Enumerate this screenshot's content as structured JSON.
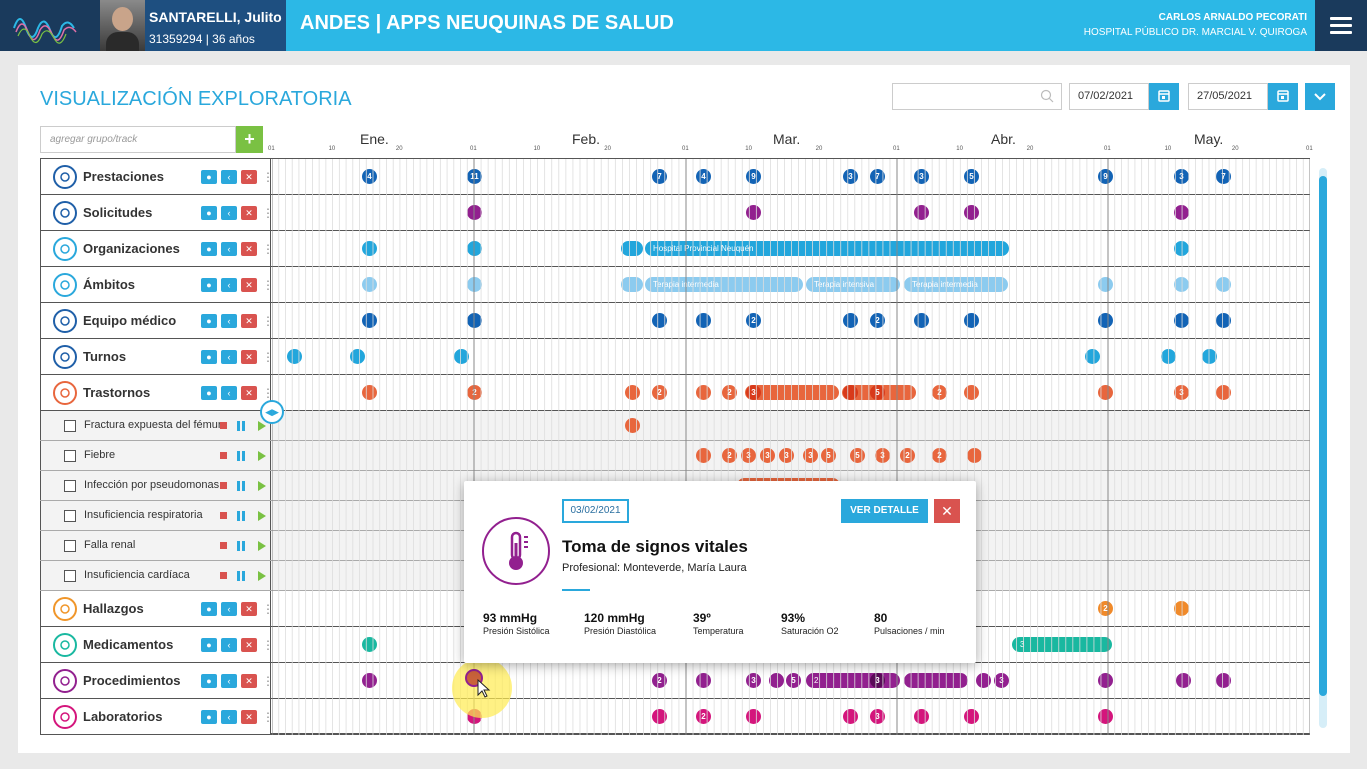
{
  "header": {
    "patient_name": "SANTARELLI, Julito",
    "patient_info": "31359294 | 36 años",
    "app_title": "ANDES | APPS NEUQUINAS DE SALUD",
    "user_name": "CARLOS ARNALDO PECORATI",
    "hospital": "HOSPITAL PÚBLICO DR. MARCIAL V. QUIROGA"
  },
  "page": {
    "title": "VISUALIZACIÓN EXPLORATORIA",
    "search_value": "",
    "date_from": "07/02/2021",
    "date_to": "27/05/2021",
    "add_placeholder": "agregar grupo/track",
    "add_label": "+"
  },
  "axis": {
    "months": [
      "Ene.",
      "Feb.",
      "Mar.",
      "Abr.",
      "May."
    ],
    "ticks": [
      "01",
      "10",
      "20",
      "01",
      "10",
      "20",
      "01",
      "10",
      "20",
      "01",
      "10",
      "20",
      "01",
      "10",
      "20",
      "01"
    ]
  },
  "rows": [
    {
      "label": "Prestaciones",
      "color": "#1f5fa8"
    },
    {
      "label": "Solicitudes",
      "color": "#1f5fa8"
    },
    {
      "label": "Organizaciones",
      "color": "#2aa8dc"
    },
    {
      "label": "Ámbitos",
      "color": "#2aa8dc"
    },
    {
      "label": "Equipo médico",
      "color": "#1f5fa8"
    },
    {
      "label": "Turnos",
      "color": "#1f5fa8"
    },
    {
      "label": "Trastornos",
      "color": "#e8663d"
    },
    {
      "label": "Hallazgos",
      "color": "#f0962a"
    },
    {
      "label": "Medicamentos",
      "color": "#19b8a0"
    },
    {
      "label": "Procedimientos",
      "color": "#92208f"
    },
    {
      "label": "Laboratorios",
      "color": "#d4157c"
    }
  ],
  "sub_rows": [
    {
      "label": "Fractura expuesta del fémur"
    },
    {
      "label": "Fiebre"
    },
    {
      "label": "Infección por pseudomonas"
    },
    {
      "label": "Insuficiencia respiratoria"
    },
    {
      "label": "Falla renal"
    },
    {
      "label": "Insuficiencia cardíaca"
    }
  ],
  "bars": {
    "org": "Hospital Provincial Neuquén",
    "amb1": "Terapia intermedia",
    "amb2": "Terapia intensiva",
    "amb3": "Terapia intermedia"
  },
  "counts": {
    "prest": [
      "4",
      "11",
      "7",
      "4",
      "9",
      "3",
      "7",
      "3",
      "5",
      "9",
      "3",
      "7"
    ],
    "equipo": [
      "2",
      "2"
    ],
    "trast": [
      "2",
      "2",
      "2",
      "3",
      "5",
      "2",
      "3"
    ],
    "fiebre": [
      "2",
      "3",
      "3",
      "3",
      "3",
      "5",
      "5",
      "3",
      "2",
      "2"
    ],
    "hall": [
      "2"
    ],
    "med": [
      "3"
    ],
    "proc": [
      "2",
      "3",
      "5",
      "2",
      "3",
      "3"
    ],
    "lab": [
      "2",
      "3"
    ]
  },
  "popup": {
    "date": "03/02/2021",
    "detail_label": "VER DETALLE",
    "close_label": "✕",
    "title": "Toma de signos vitales",
    "professional": "Profesional: Monteverde, María Laura",
    "vitals": [
      {
        "value": "93 mmHg",
        "label": "Presión Sistólica"
      },
      {
        "value": "120 mmHg",
        "label": "Presión Diastólica"
      },
      {
        "value": "39º",
        "label": "Temperatura"
      },
      {
        "value": "93%",
        "label": "Saturación O2"
      },
      {
        "value": "80",
        "label": "Pulsaciones / min"
      }
    ]
  }
}
